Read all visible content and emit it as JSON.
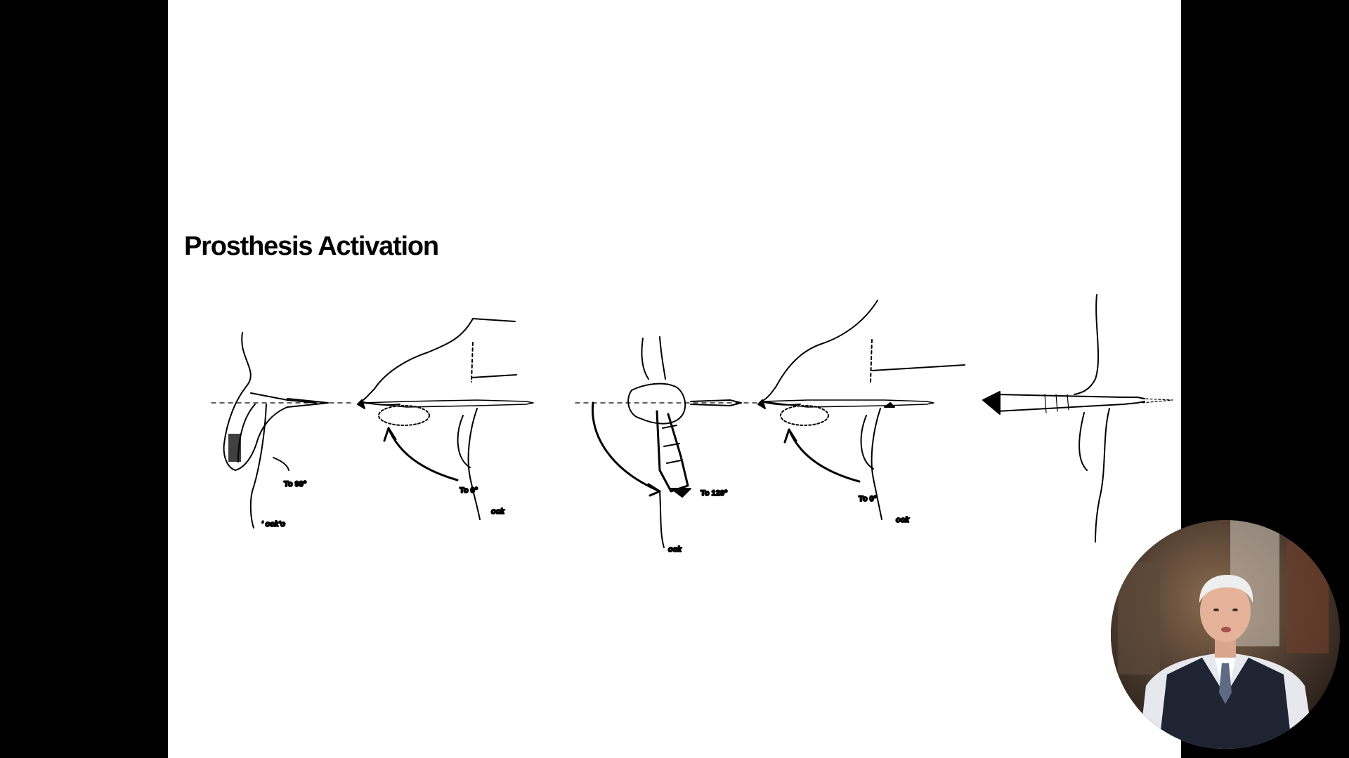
{
  "slide": {
    "title": "Prosthesis Activation",
    "figures": [
      {
        "angle_label": "To 90°",
        "signature": "' ock'o"
      },
      {
        "angle_label": "To 0°",
        "signature": "ock"
      },
      {
        "angle_label": "To 120°",
        "signature": "ock"
      },
      {
        "angle_label": "To 0°",
        "signature": "ock"
      },
      {
        "angle_label": "",
        "signature": ""
      }
    ]
  },
  "webcam": {
    "icon": "presenter-video-icon"
  }
}
